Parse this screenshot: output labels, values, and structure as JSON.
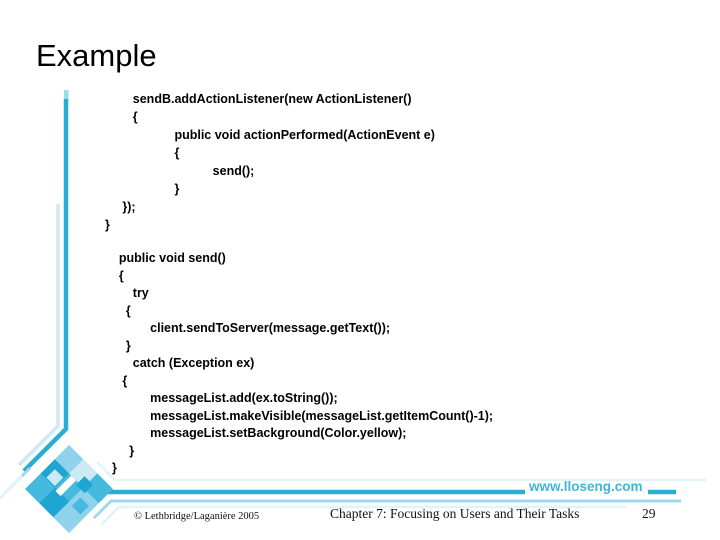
{
  "slide": {
    "title": "Example",
    "code_block_1": {
      "lines": [
        "        sendB.addActionListener(new ActionListener()",
        "        {",
        "                    public void actionPerformed(ActionEvent e)",
        "                    {",
        "                               send();",
        "                    }",
        "     });",
        "}"
      ]
    },
    "code_block_2": {
      "lines": [
        "    public void send()",
        "    {",
        "        try",
        "      {",
        "             client.sendToServer(message.getText());",
        "      }",
        "        catch (Exception ex)",
        "     {",
        "             messageList.add(ex.toString());",
        "             messageList.makeVisible(messageList.getItemCount()-1);",
        "             messageList.setBackground(Color.yellow);",
        "       }",
        "  }"
      ]
    },
    "footer": {
      "website": "www.lloseng.com",
      "copyright": "© Lethbridge/Laganière 2005",
      "chapter": "Chapter 7: Focusing on Users and Their Tasks",
      "page_number": "29"
    },
    "colors": {
      "accent": "#2aadd2",
      "accent_soft": "#9ed8ec",
      "accent_pale": "#cfe9f6",
      "accent_faint": "#e2f3fa",
      "tile_dark": "#1ea5d2",
      "tile_mid": "#45bade",
      "tile_light": "#8fd2ec",
      "tile_pale": "#cde9f6",
      "tile_white": "#ffffff",
      "website_color": "#3db6d9"
    }
  }
}
